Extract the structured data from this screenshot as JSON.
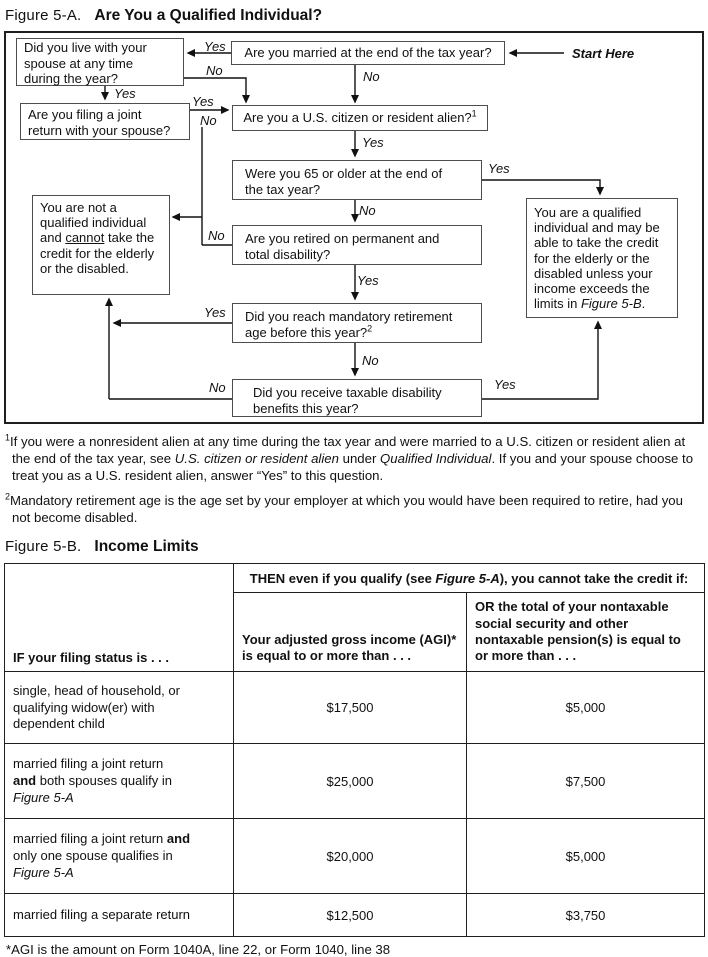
{
  "figure_a": {
    "label": "Figure 5-A.",
    "title": "Are You a Qualified Individual?",
    "start_here": "Start Here",
    "yes": "Yes",
    "no": "No",
    "boxes": {
      "married": "Are you married at the end of the tax year?",
      "live_with_spouse": "Did you live with your\nspouse at any time\nduring the year?",
      "joint_return": "Are you filing a joint\nreturn with your spouse?",
      "citizen": "Are you a U.S. citizen or resident alien?",
      "citizen_sup": "1",
      "age_65": "Were you 65 or older at the end of\nthe tax year?",
      "retired": "Are you retired on permanent and\ntotal disability?",
      "mandatory_retirement": "Did you reach mandatory retirement\nage before this year?",
      "mandatory_sup": "2",
      "taxable_benefits": "Did you receive taxable disability\nbenefits this year?",
      "not_qualified": {
        "part1": "You are not a qualified individual and ",
        "underlined": "cannot",
        "part2": " take the credit for the elderly or the disabled."
      },
      "qualified": {
        "part1": "You are a qualified individual and may be able to take the credit for the elderly or the disabled unless your income exceeds the limits in ",
        "italic": "Figure 5-B",
        "part2": "."
      }
    },
    "footnotes": {
      "f1_sup": "1",
      "f1_part1": "If you were a nonresident alien at any time during the tax year and were married to a U.S. citizen or resident alien at the end of the tax year, see ",
      "f1_italic1": "U.S. citizen or resident alien",
      "f1_part2": " under ",
      "f1_italic2": "Qualified Individual",
      "f1_part3": ". If you and your spouse choose to treat you as a U.S. resident alien, answer “Yes” to this question.",
      "f2_sup": "2",
      "f2_text": "Mandatory retirement age is the age set by your employer at which you would have been required to retire, had you not become disabled."
    }
  },
  "figure_b": {
    "label": "Figure 5-B.",
    "title": "Income Limits",
    "header": {
      "if_status": "IF your filing status is . . .",
      "then_part1": "THEN even if you qualify (see ",
      "then_italic": "Figure 5-A",
      "then_part2": "), you cannot take the credit if:",
      "agi_col": "Your adjusted gross income (AGI)*\nis equal to or more than . . .",
      "pension_col": "OR the total of your nontaxable\nsocial security and other\nnontaxable pension(s) is equal to\nor more than . . ."
    },
    "rows": [
      {
        "status": "single, head of household, or\nqualifying widow(er) with\ndependent child",
        "agi": "$17,500",
        "pension": "$5,000"
      },
      {
        "status_part1": "married filing a joint return\n",
        "status_bold": "and",
        "status_part2": " both spouses qualify in\n",
        "status_italic": "Figure 5-A",
        "agi": "$25,000",
        "pension": "$7,500"
      },
      {
        "status_part1": "married filing a joint return ",
        "status_bold": "and",
        "status_part2": "\nonly one spouse qualifies in\n",
        "status_italic": "Figure 5-A",
        "agi": "$20,000",
        "pension": "$5,000"
      },
      {
        "status": "married filing a separate return",
        "agi": "$12,500",
        "pension": "$3,750"
      }
    ],
    "footnote": "*AGI is the amount on Form 1040A, line 22, or Form 1040, line 38"
  }
}
